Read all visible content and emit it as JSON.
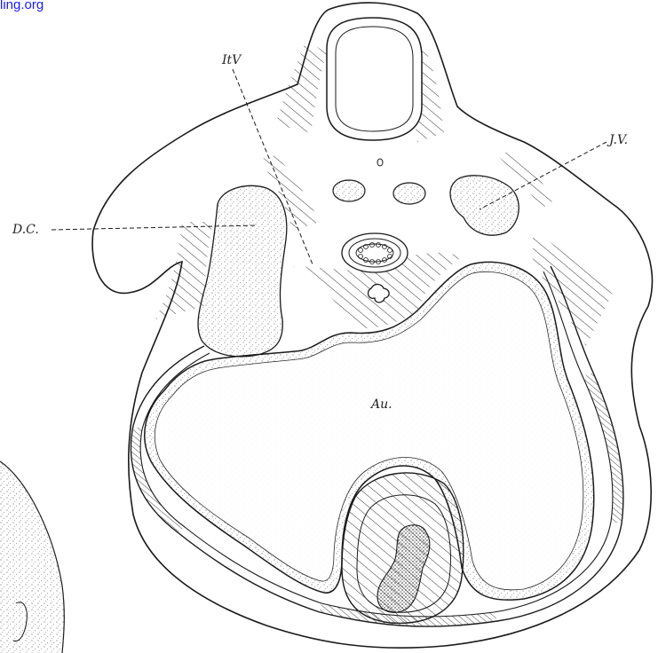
{
  "watermark": "ling.org",
  "labels": {
    "dc": "D.C.",
    "itv": "ItV",
    "jv": "J.V.",
    "au": "Au."
  },
  "colors": {
    "ink": "#1a1a1a",
    "hatch": "#333333",
    "stipple": "#777777",
    "watermark": "#1a1aff"
  }
}
